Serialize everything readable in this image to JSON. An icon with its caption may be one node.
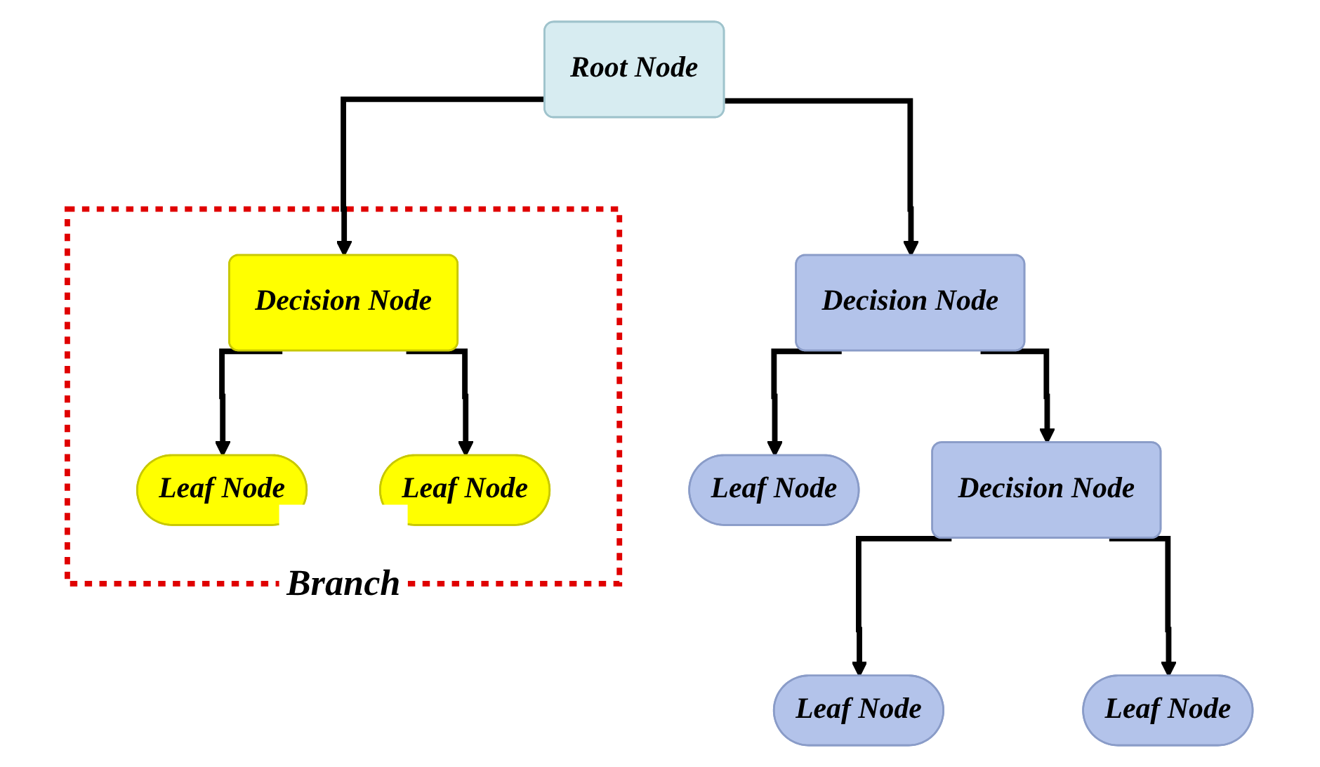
{
  "diagram": {
    "nodes": [
      {
        "text": [
          "Root Node"
        ]
      },
      {
        "text": [
          "Branch"
        ]
      },
      {
        "text": [
          "Decision Node"
        ],
        "in": 1
      },
      {
        "text": [
          "Leaf Node"
        ],
        "in": 1
      },
      {
        "text": [
          "Leaf Node"
        ],
        "in": 1
      },
      {
        "text": [
          "Decision Node"
        ]
      },
      {
        "text": [
          "Decision Node"
        ]
      },
      {
        "text": [
          "Leaf Node"
        ]
      },
      {
        "text": [
          "Leaf Node"
        ]
      },
      {
        "text": [
          "Leaf Node"
        ]
      }
    ],
    "edges": [
      {
        "from": 0,
        "to": 2,
        "arrow": "to"
      },
      {
        "from": 0,
        "to": 5,
        "arrow": "to"
      },
      {
        "from": 2,
        "to": 3,
        "arrow": "to"
      },
      {
        "from": 2,
        "to": 4,
        "arrow": "to"
      },
      {
        "from": 5,
        "to": 6,
        "arrow": "to"
      },
      {
        "from": 5,
        "to": 7,
        "arrow": "to"
      },
      {
        "from": 6,
        "to": 8,
        "arrow": "to"
      },
      {
        "from": 6,
        "to": 9,
        "arrow": "to"
      }
    ]
  }
}
